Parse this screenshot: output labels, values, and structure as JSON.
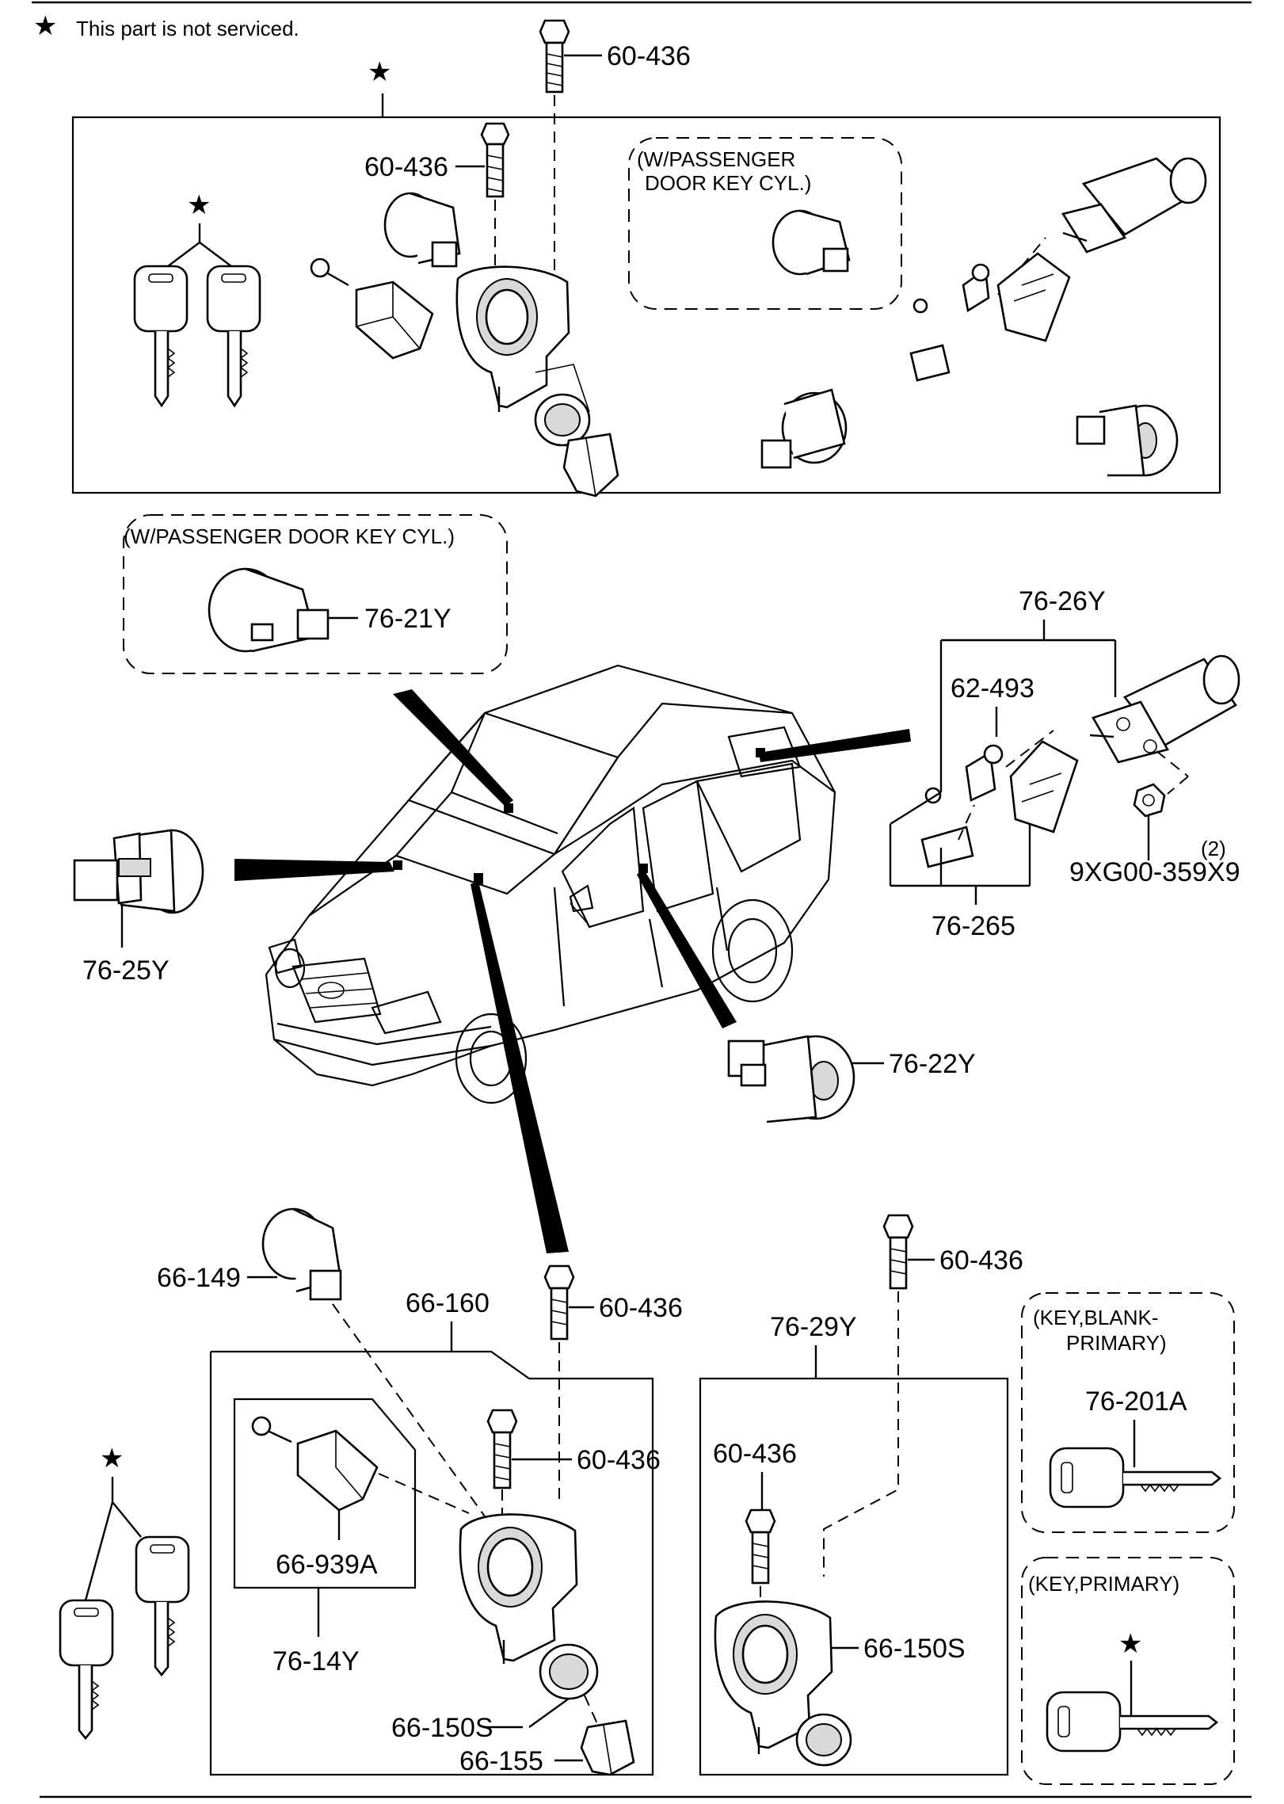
{
  "note": {
    "star": "★",
    "text": "This part is not serviced."
  },
  "top_assembly": {
    "star": "★",
    "key_star": "★",
    "bolt_labels": [
      "60-436",
      "60-436"
    ],
    "inset_label_line1": "(W/PASSENGER",
    "inset_label_line2": "DOOR KEY CYL.)"
  },
  "passenger_inset": {
    "label": "(W/PASSENGER DOOR KEY CYL.)",
    "part": "76-21Y"
  },
  "liftgate": {
    "group": "76-26Y",
    "clip": "62-493",
    "nut_qty": "(2)",
    "nut": "9XG00-359X9",
    "rod_group": "76-265"
  },
  "left_parts": {
    "door_cyl": "76-25Y",
    "door_cyl_right": "76-22Y"
  },
  "bottom_left": {
    "cyl": "66-149",
    "group": "66-160",
    "bolt_top": "60-436",
    "bolt_inner": "60-436",
    "sub_part": "66-939A",
    "sub_group": "76-14Y",
    "housing": "66-150S",
    "cap": "66-155",
    "key_star": "★"
  },
  "bottom_mid": {
    "bolt_top": "60-436",
    "group": "76-29Y",
    "bolt_inner": "60-436",
    "housing": "66-150S"
  },
  "key_blank": {
    "line1": "(KEY,BLANK-",
    "line2": "PRIMARY)",
    "part": "76-201A"
  },
  "key_primary": {
    "label": "(KEY,PRIMARY)",
    "star": "★"
  }
}
